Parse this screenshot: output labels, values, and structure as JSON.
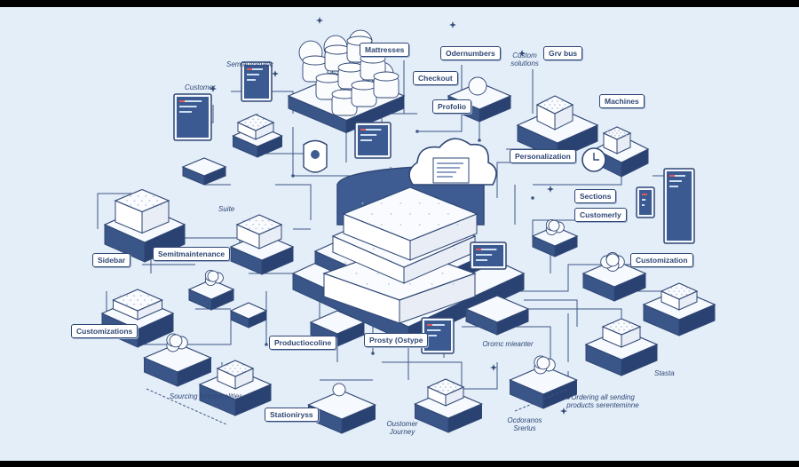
{
  "labels": {
    "mattresses": "Mattresses",
    "ordernumbers": "Odernumbers",
    "custom_solutions": "Custom solutions",
    "grv_bus": "Grv bus",
    "semiautomatic": "Semiautomatic",
    "customer": "Customer",
    "checkout": "Checkout",
    "profolio": "Profolio",
    "machines": "Machines",
    "personalization": "Personalization",
    "sections": "Sections",
    "customerly": "Customerly",
    "suite": "Suite",
    "semi_maintenance": "Semitmaintenance",
    "customization": "Customization",
    "sidebar": "Sidebar",
    "customizations": "Customizations",
    "production": "Productiocoline",
    "prosty": "Prosty (Ostype",
    "orders_notes": "Oromc mieanter",
    "status": "Stasta",
    "sourcing": "Sourcing functionalities",
    "ordering_notes": "Ordering all sending products serenteminne",
    "stationery": "Stationiryss",
    "customer_journey": "Oustomer Journey",
    "orders_trade": "Ocdoranos Srerlus"
  }
}
